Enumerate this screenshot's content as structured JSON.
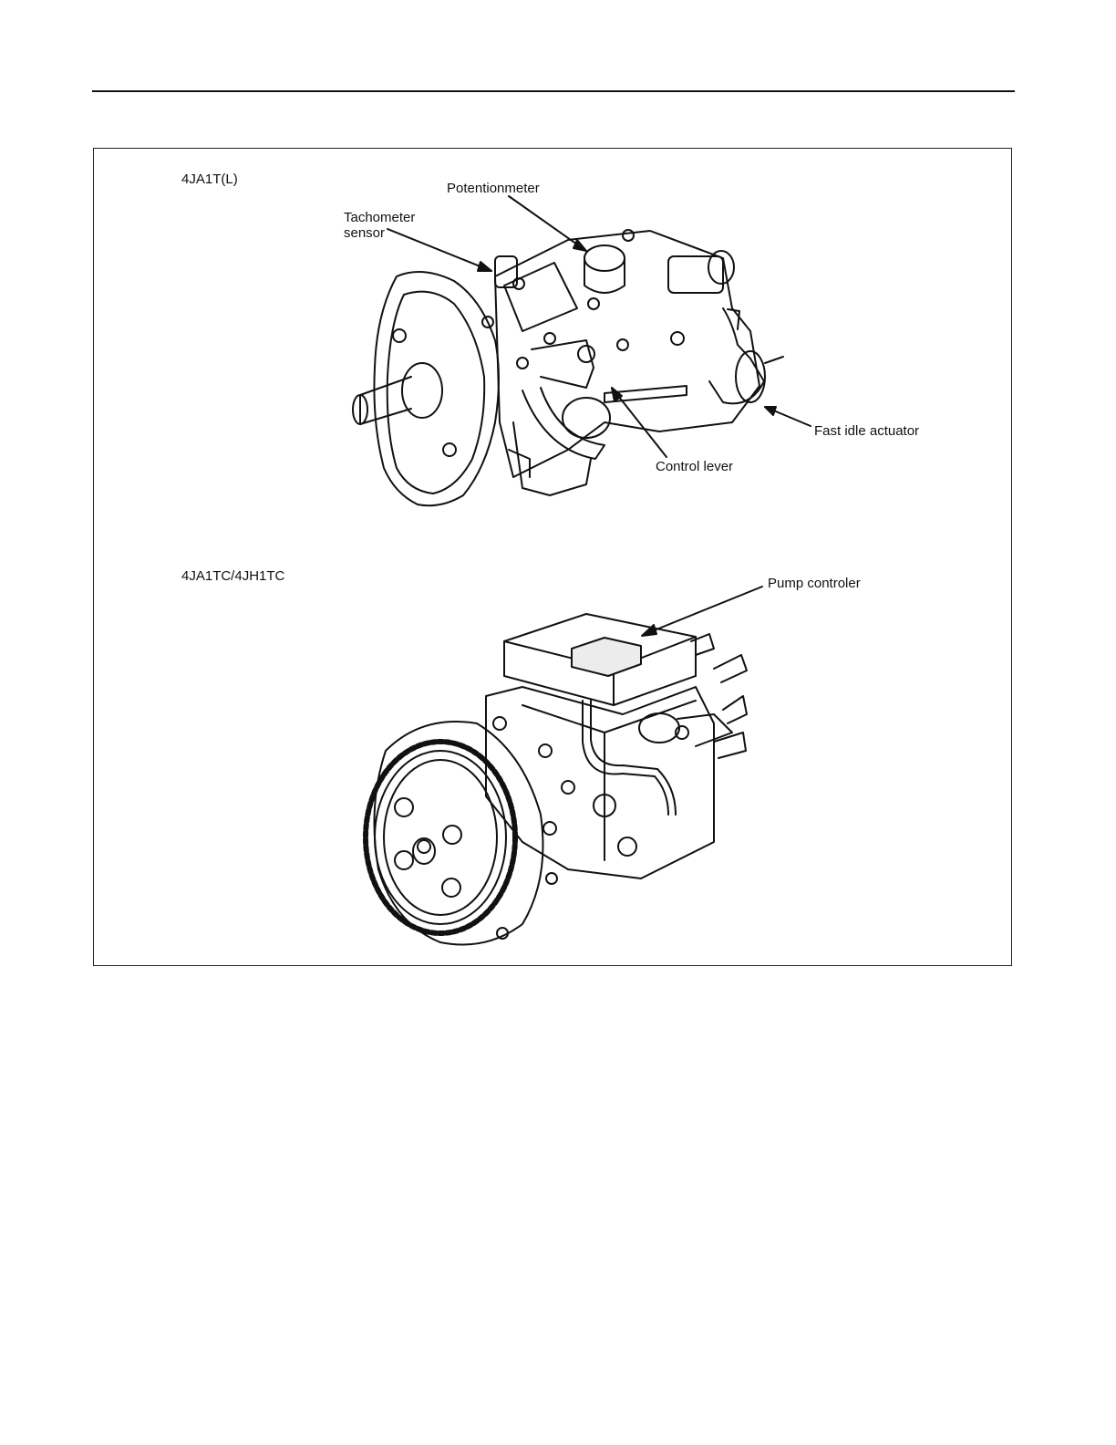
{
  "figure": {
    "upper": {
      "model_label": "4JA1T(L)",
      "callouts": {
        "tachometer_sensor": "Tachometer\nsensor",
        "potentiometer": "Potentionmeter",
        "fast_idle_actuator": "Fast idle actuator",
        "control_lever": "Control lever"
      }
    },
    "lower": {
      "model_label": "4JA1TC/4JH1TC",
      "callouts": {
        "pump_controller": "Pump controler"
      }
    }
  }
}
